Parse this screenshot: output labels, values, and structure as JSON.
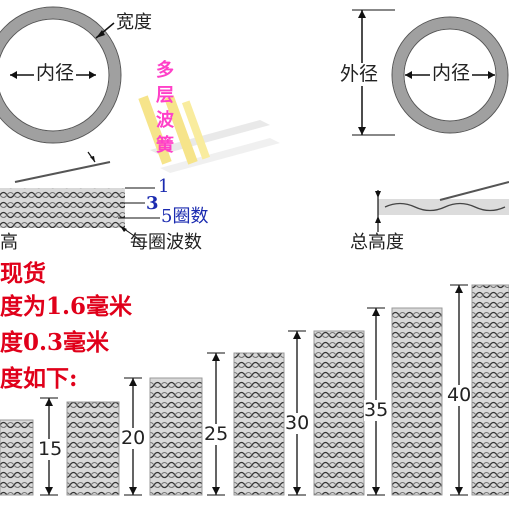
{
  "left_diagram": {
    "width_label": "宽度",
    "inner_diameter_label": "内径",
    "layers": [
      "多",
      "层",
      "波",
      "簧"
    ],
    "stack_labels": {
      "n1": "1",
      "n3": "3",
      "turns": "5圈数"
    },
    "height_partial": "高",
    "waves_per_turn": "每圈波数"
  },
  "right_diagram": {
    "outer_diameter_label": "外径",
    "inner_diameter_label": "内径",
    "total_height_label": "总高度"
  },
  "notes": {
    "line1": "现货",
    "line2": "度为1.6毫米",
    "line3": "度0.3毫米",
    "line4": "度如下:"
  },
  "height_labels": [
    "15",
    "20",
    "25",
    "30",
    "35",
    "40"
  ],
  "colors": {
    "label_blue": "#1b2bb0",
    "note_red": "#e0001a",
    "layer_pink": "#ff40c8",
    "ring_gray": "#9a9a9a"
  }
}
